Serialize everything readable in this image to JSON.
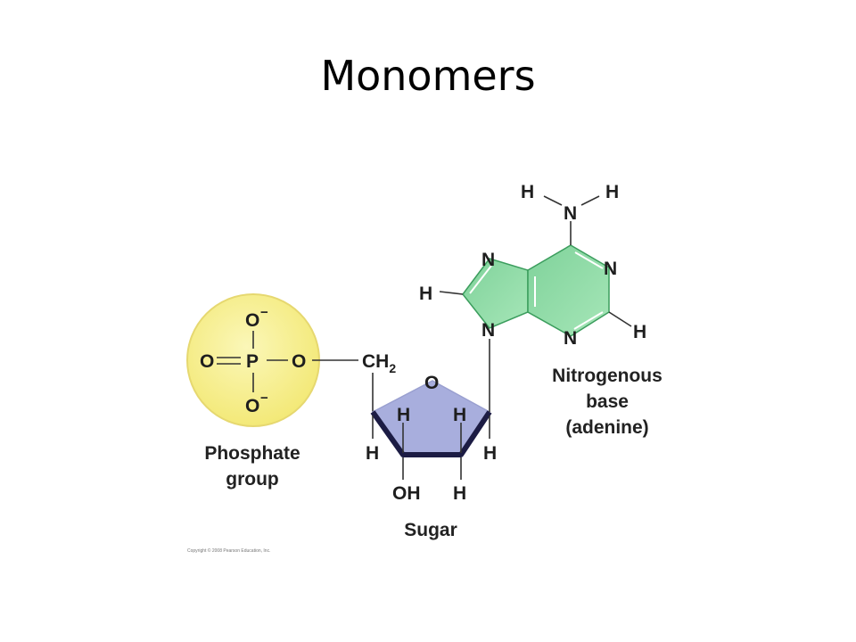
{
  "slide": {
    "title": "Monomers"
  },
  "labels": {
    "phosphate_line1": "Phosphate",
    "phosphate_line2": "group",
    "sugar": "Sugar",
    "base_line1": "Nitrogenous",
    "base_line2": "base",
    "base_line3": "(adenine)",
    "copyright": "Copyright © 2008 Pearson Education, Inc."
  },
  "atoms": {
    "oxygen": "O",
    "phosphorus": "P",
    "minus": "−",
    "carbon": "CH",
    "carbon_sub": "2",
    "hydrogen": "H",
    "nitrogen": "N",
    "hydroxyl": "OH"
  },
  "colors": {
    "phosphate_fill": "#f7f08a",
    "phosphate_edge": "#e6d870",
    "sugar_fill": "#a8aedd",
    "sugar_edge": "#2a2a6a",
    "base_fill": "#8cdba4",
    "base_edge": "#3b9d5d"
  }
}
